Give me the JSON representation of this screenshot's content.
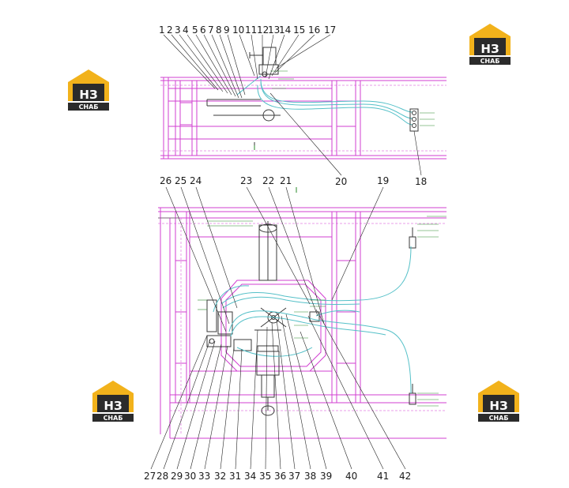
{
  "logo": {
    "mark": "НЗ",
    "brand": "СНАБ",
    "colors": {
      "gold": "#f2b21b",
      "dark": "#2b2b2b",
      "text": "#ffffff"
    }
  },
  "colors": {
    "frame": "#d23fd2",
    "pipe": "#55c0c8",
    "ink": "#3a3a3a",
    "label_green": "#2a8a2a",
    "leader": "#222222"
  },
  "callouts_top": [
    "1",
    "2",
    "3",
    "4",
    "5",
    "6",
    "7",
    "8",
    "9",
    "10",
    "11",
    "12",
    "13",
    "14",
    "15",
    "16",
    "17"
  ],
  "callouts_side": [
    "20",
    "18",
    "26",
    "25",
    "24",
    "23",
    "22",
    "21",
    "19"
  ],
  "callouts_bottom": [
    "27",
    "28",
    "29",
    "30",
    "33",
    "32",
    "31",
    "34",
    "35",
    "36",
    "37",
    "38",
    "39",
    "40",
    "41",
    "42"
  ]
}
